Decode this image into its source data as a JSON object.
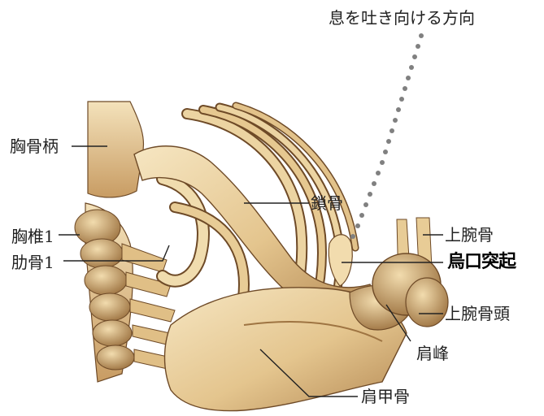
{
  "caption": "息を吐き向ける方向",
  "labels": {
    "manubrium": "胸骨柄",
    "clavicle": "鎖骨",
    "thoracic_vertebra": "胸椎1",
    "rib": "肋骨1",
    "humerus": "上腕骨",
    "coracoid": "烏口突起",
    "humeral_head": "上腕骨頭",
    "acromion": "肩峰",
    "scapula": "肩甲骨"
  },
  "colors": {
    "bone": "#e9cf9b",
    "bone_light": "#f6e6c2",
    "bone_shadow": "#b58a55",
    "bone_dark": "#6e4a27",
    "dots": "#808080"
  }
}
